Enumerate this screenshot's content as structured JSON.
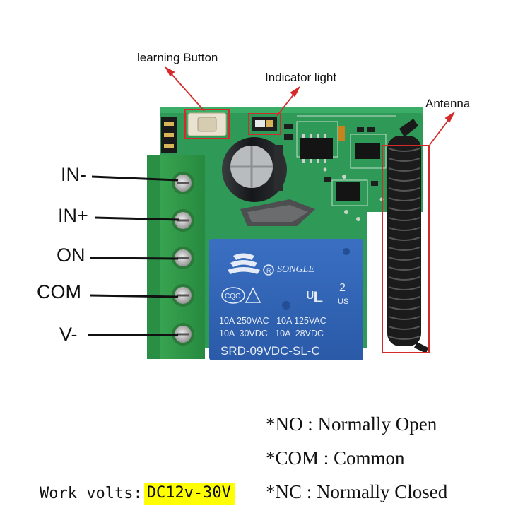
{
  "callouts": {
    "learning_button": "learning Button",
    "indicator_light": "Indicator light",
    "antenna": "Antenna"
  },
  "terminals": [
    "IN-",
    "IN+",
    "ON",
    "COM",
    "V-"
  ],
  "relay": {
    "brand": "SONGLE",
    "cert_mark": "CQC",
    "ul_mark": "US",
    "ul_number": "2",
    "rating_1": "10A 250VAC   10A 125VAC",
    "rating_2": "10A  30VDC   10A  28VDC",
    "model": "SRD-09VDC-SL-C"
  },
  "legend": [
    "*NO : Normally Open",
    "*COM : Common",
    "*NC : Normally Closed"
  ],
  "work_volts": {
    "label": "Work volts:",
    "value": "DC12v-30V"
  },
  "colors": {
    "pcb": "#2f9a57",
    "terminal_block": "#31a24a",
    "relay": "#2f63b6",
    "callout_box": "#d42a2a",
    "highlight": "#ffff00"
  },
  "icons": [
    "learning-button-icon",
    "indicator-led-icon",
    "antenna-coil-icon",
    "capacitor-icon",
    "relay-icon",
    "terminal-screw-icon"
  ]
}
